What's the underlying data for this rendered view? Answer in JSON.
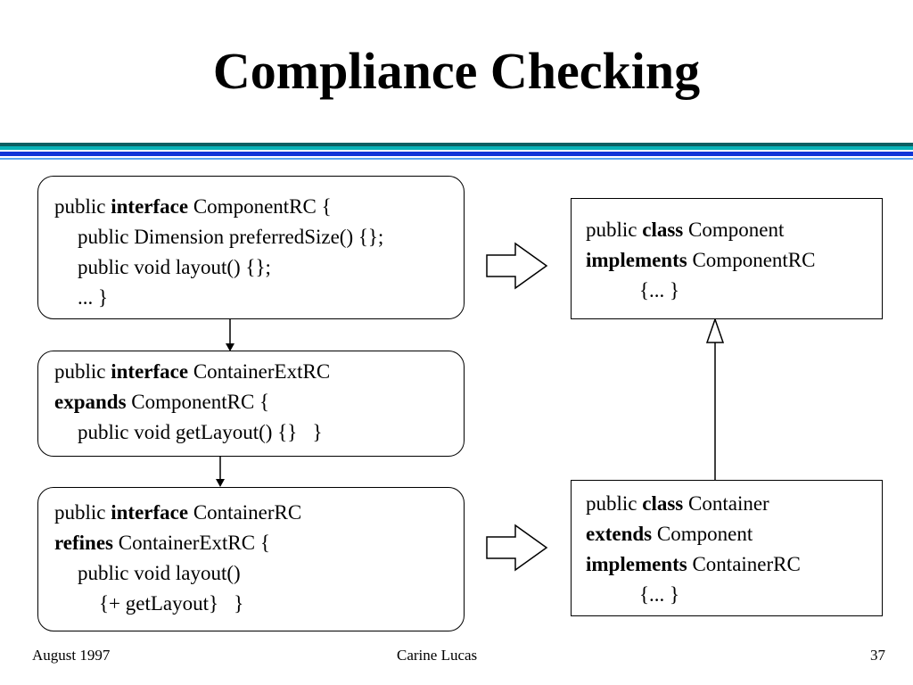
{
  "title": "Compliance Checking",
  "colors": {
    "stripe_dark": "#0c5f62",
    "stripe_teal": "#08b3b8",
    "stripe_blue": "#1136d8",
    "stripe_light": "#5aa7f0"
  },
  "boxes": {
    "component_rc": {
      "l1_a": "public ",
      "l1_kw": "interface",
      "l1_b": " ComponentRC {",
      "l2": "public Dimension preferredSize() {};",
      "l3": "public void layout() {};",
      "l4": "... }"
    },
    "container_ext_rc": {
      "l1_a": "public ",
      "l1_kw": "interface",
      "l1_b": " ContainerExtRC",
      "l2_kw": "expands",
      "l2_b": " ComponentRC {",
      "l3": "public void getLayout() {}   }"
    },
    "container_rc": {
      "l1_a": "public ",
      "l1_kw": "interface",
      "l1_b": " ContainerRC",
      "l2_kw": "refines",
      "l2_b": " ContainerExtRC {",
      "l3": "public void layout()",
      "l4": "{+ getLayout}   }"
    },
    "component_class": {
      "l1_a": "public ",
      "l1_kw": "class",
      "l1_b": " Component",
      "l2_kw": "implements",
      "l2_b": " ComponentRC",
      "l3": "{... }"
    },
    "container_class": {
      "l1_a": "public ",
      "l1_kw": "class",
      "l1_b": " Container",
      "l2_kw": "extends",
      "l2_b": " Component",
      "l3_kw": "implements",
      "l3_b": " ContainerRC",
      "l4": "{... }"
    }
  },
  "footer": {
    "date": "August 1997",
    "author": "Carine Lucas",
    "page": "37"
  }
}
